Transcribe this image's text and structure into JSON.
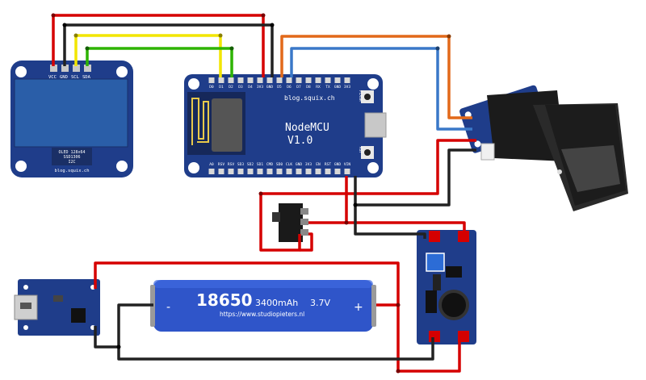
{
  "oled": {
    "pins": [
      "VCC",
      "GND",
      "SCL",
      "SDA"
    ],
    "label_lines": [
      "OLED 128x64",
      "SSD1306",
      "I2C"
    ],
    "url": "blog.squix.ch"
  },
  "nodemcu": {
    "top_pins": [
      "D0",
      "D1",
      "D2",
      "D3",
      "D4",
      "3V3",
      "GND",
      "D5",
      "D6",
      "D7",
      "D8",
      "RX",
      "TX",
      "GND",
      "3V3"
    ],
    "bottom_pins": [
      "A0",
      "RSV",
      "RSV",
      "SD3",
      "SD2",
      "SD1",
      "CMD",
      "SD0",
      "CLK",
      "GND",
      "3V3",
      "EN",
      "RST",
      "GND",
      "VIN"
    ],
    "url": "blog.squix.ch",
    "title_line1": "NodeMCU",
    "title_line2": "V1.0",
    "flash_label": "FLASH",
    "rst_label": "RST"
  },
  "battery": {
    "model": "18650",
    "capacity": "3400mAh",
    "voltage": "3.7V",
    "url": "https://www.studiopieters.nl",
    "minus": "-",
    "plus": "+"
  },
  "colors": {
    "red_wire": "#d50000",
    "black_wire": "#222222",
    "yellow_wire": "#f2e600",
    "green_wire": "#2db400",
    "orange_wire": "#e2691a",
    "blue_wire": "#3a78c8",
    "pcb_blue": "#1f3d8a",
    "pcb_dark": "#1a2f66",
    "battery_blue": "#2f55c9"
  },
  "icons": [
    "antenna-icon",
    "usb-port-icon",
    "slide-switch-icon",
    "inductor-icon",
    "fingerprint-window-icon"
  ]
}
